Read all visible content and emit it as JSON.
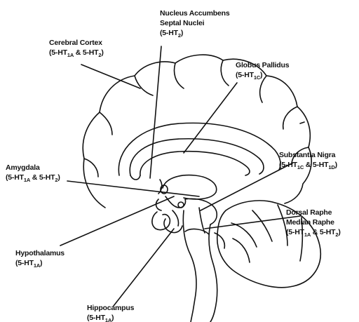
{
  "labels": [
    {
      "id": "nucleus-accumbens",
      "lines": [
        "Nucleus Accumbens",
        "Septal Nuclei"
      ],
      "receptors": "(5-HT<sub>2</sub>)"
    },
    {
      "id": "cerebral-cortex",
      "lines": [
        "Cerebral Cortex"
      ],
      "receptors": "(5-HT<sub>1A</sub> &amp; 5-HT<sub>2</sub>)"
    },
    {
      "id": "globus-pallidus",
      "lines": [
        "Globus Pallidus"
      ],
      "receptors": "(5-HT<sub>1C</sub>)"
    },
    {
      "id": "substantia-nigra",
      "lines": [
        "Substantia Nigra"
      ],
      "receptors": "(5-HT<sub>1C</sub> &amp; 5-HT<sub>1D</sub>)"
    },
    {
      "id": "amygdala",
      "lines": [
        "Amygdala"
      ],
      "receptors": "(5-HT<sub>1A</sub> &amp; 5-HT<sub>2</sub>)"
    },
    {
      "id": "dorsal-raphe",
      "lines": [
        "Dorsal Raphe",
        "Median Raphe"
      ],
      "receptors": "(5-HT<sub>1A</sub> &amp; 5-HT<sub>2</sub>)"
    },
    {
      "id": "hypothalamus",
      "lines": [
        "Hypothalamus"
      ],
      "receptors": "(5-HT<sub>1A</sub>)"
    },
    {
      "id": "hippocampus",
      "lines": [
        "Hippocampus"
      ],
      "receptors": "(5-HT<sub>1A</sub>)"
    }
  ],
  "colors": {
    "ink": "#111111",
    "background": "#ffffff"
  }
}
